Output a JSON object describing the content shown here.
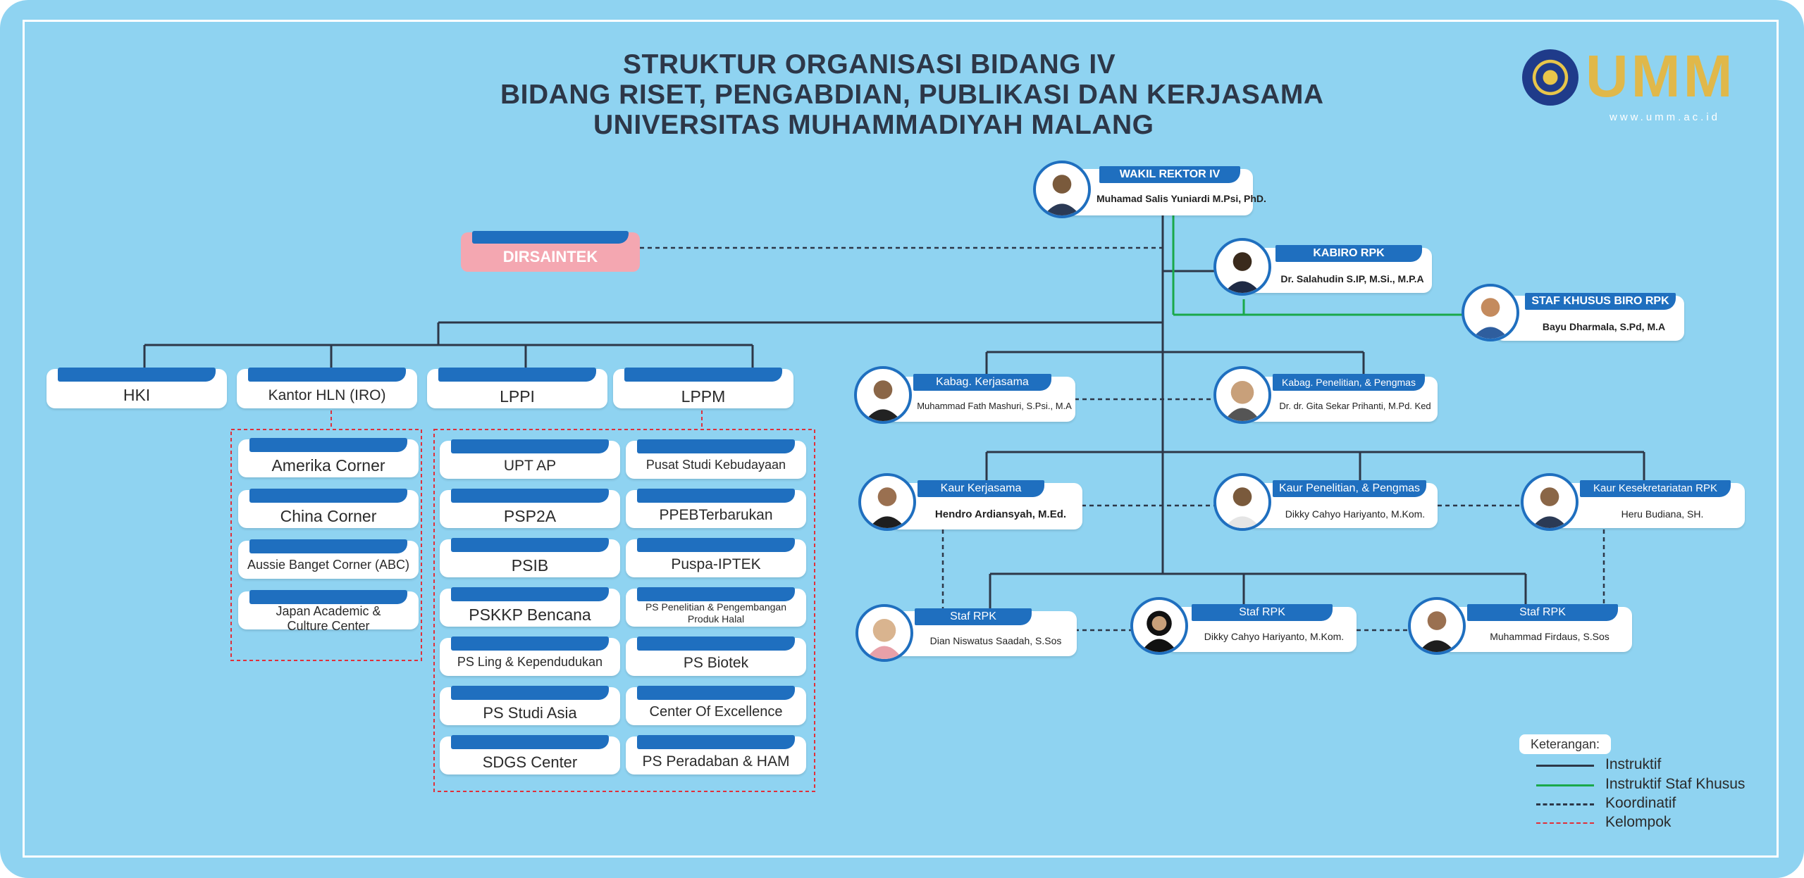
{
  "title": {
    "line1": "STRUKTUR ORGANISASI BIDANG IV",
    "line2": "BIDANG RISET, PENGABDIAN, PUBLIKASI DAN KERJASAMA",
    "line3": "UNIVERSITAS MUHAMMADIYAH MALANG"
  },
  "logo": {
    "text": "UMM",
    "url": "www.umm.ac.id"
  },
  "colors": {
    "background": "#8fd3f1",
    "accent_blue": "#1f6fbf",
    "instruktif": "#2d3748",
    "staf_khusus": "#1aa84a",
    "kelompok": "#e0303a",
    "dirsaintek": "#f4a7b1"
  },
  "dirsaintek": "DIRSAINTEK",
  "people": {
    "wakil_rektor": {
      "role": "WAKIL REKTOR IV",
      "name": "Muhamad Salis Yuniardi M.Psi, PhD."
    },
    "kabiro": {
      "role": "KABIRO RPK",
      "name": "Dr. Salahudin S.IP, M.Si., M.P.A"
    },
    "staf_khusus": {
      "role": "STAF KHUSUS BIRO RPK",
      "name": "Bayu Dharmala, S.Pd, M.A"
    },
    "kabag_kerjasama": {
      "role": "Kabag. Kerjasama",
      "name": "Muhammad Fath Mashuri, S.Psi., M.A"
    },
    "kabag_penelitian": {
      "role": "Kabag. Penelitian, & Pengmas",
      "name": "Dr. dr. Gita Sekar Prihanti, M.Pd. Ked"
    },
    "kaur_kerjasama": {
      "role": "Kaur Kerjasama",
      "name": "Hendro Ardiansyah, M.Ed."
    },
    "kaur_penelitian": {
      "role": "Kaur Penelitian, & Pengmas",
      "name": "Dikky Cahyo Hariyanto, M.Kom."
    },
    "kaur_kesekretariatan": {
      "role": "Kaur Kesekretariatan  RPK",
      "name": "Heru Budiana, SH."
    },
    "staf1": {
      "role": "Staf RPK",
      "name": "Dian Niswatus Saadah, S.Sos"
    },
    "staf2": {
      "role": "Staf RPK",
      "name": "Dikky Cahyo Hariyanto, M.Kom."
    },
    "staf3": {
      "role": "Staf RPK",
      "name": "Muhammad Firdaus, S.Sos"
    }
  },
  "units": {
    "hki": "HKI",
    "kantor_hln": "Kantor HLN (IRO)",
    "lppi": "LPPI",
    "lppm": "LPPM"
  },
  "hln_children": [
    "Amerika Corner",
    "China Corner",
    "Aussie Banget Corner (ABC)",
    "Japan Academic &\nCulture Center"
  ],
  "lppi_children": [
    "UPT AP",
    "PSP2A",
    "PSIB",
    "PSKKP Bencana",
    "PS Ling & Kependudukan",
    "PS Studi Asia",
    "SDGS Center"
  ],
  "lppm_children": [
    "Pusat Studi Kebudayaan",
    "PPEBTerbarukan",
    "Puspa-IPTEK",
    "PS Penelitian & Pengembangan\nProduk Halal",
    "PS Biotek",
    "Center Of Excellence",
    "PS Peradaban & HAM"
  ],
  "legend": {
    "title": "Keterangan:",
    "items": [
      "Instruktif",
      "Instruktif Staf Khusus",
      "Koordinatif",
      "Kelompok"
    ]
  }
}
